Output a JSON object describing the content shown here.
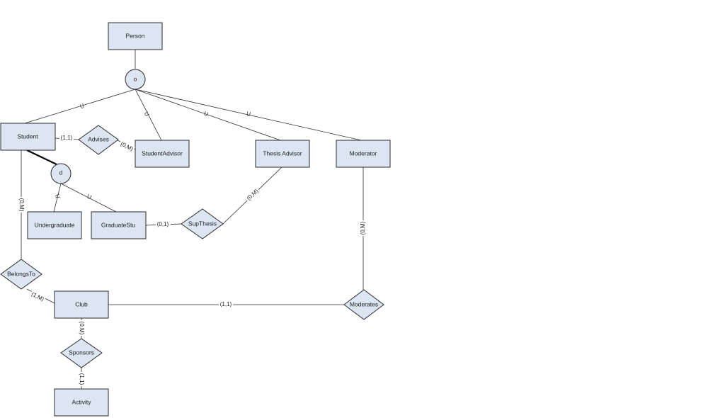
{
  "entities": {
    "person": "Person",
    "student": "Student",
    "student_advisor": "StudentAdvisor",
    "thesis_advisor": "Thesis Advisor",
    "moderator": "Moderator",
    "undergraduate": "Undergraduate",
    "graduate_stu": "GraduateStu",
    "club": "Club",
    "activity": "Activity"
  },
  "relationships": {
    "advises": "Advises",
    "sup_thesis": "SupThesis",
    "belongs_to": "BelongsTo",
    "moderates": "Moderates",
    "sponsors": "Sponsors"
  },
  "specializations": {
    "person_overlap": "o",
    "student_disjoint": "d"
  },
  "subset_symbol": "U",
  "cardinalities": {
    "student_advises": "(1,1)",
    "advises_student_advisor": "(0,M)",
    "grad_supthesis": "(0,1)",
    "supthesis_thesis_advisor": "(0,M)",
    "student_belongsto": "(0,M)",
    "belongsto_club": "(1,M)",
    "club_moderates": "(1,1)",
    "moderator_moderates": "(0,M)",
    "club_sponsors": "(0,M)",
    "sponsors_activity": "(1,1)"
  }
}
